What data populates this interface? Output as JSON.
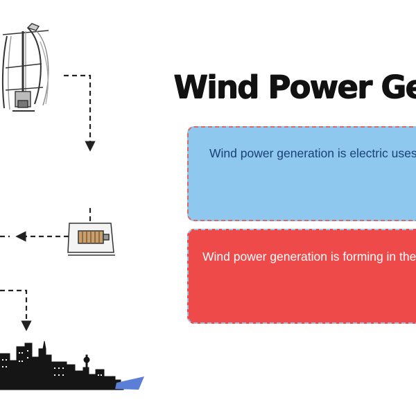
{
  "title": "Wind Power Gene",
  "boxes": {
    "blue_text": "Wind power generation is electric\nuses wind power to convert wind\ninto mechanical energy and mech\nenergy into electrical energy.",
    "red_text": "Wind power generation is forming\nin the world, because wind power\ndoes not require the use of fuel, n\ngenerate radiation or air pollution"
  },
  "colors": {
    "blue_box": "#8fc8ee",
    "red_box": "#ee4a4a",
    "flow_lines": "#222222",
    "water": "#5b7fd6"
  },
  "icons": [
    "vertical-axis-wind-turbine-icon",
    "generator-icon",
    "city-skyline-icon"
  ]
}
